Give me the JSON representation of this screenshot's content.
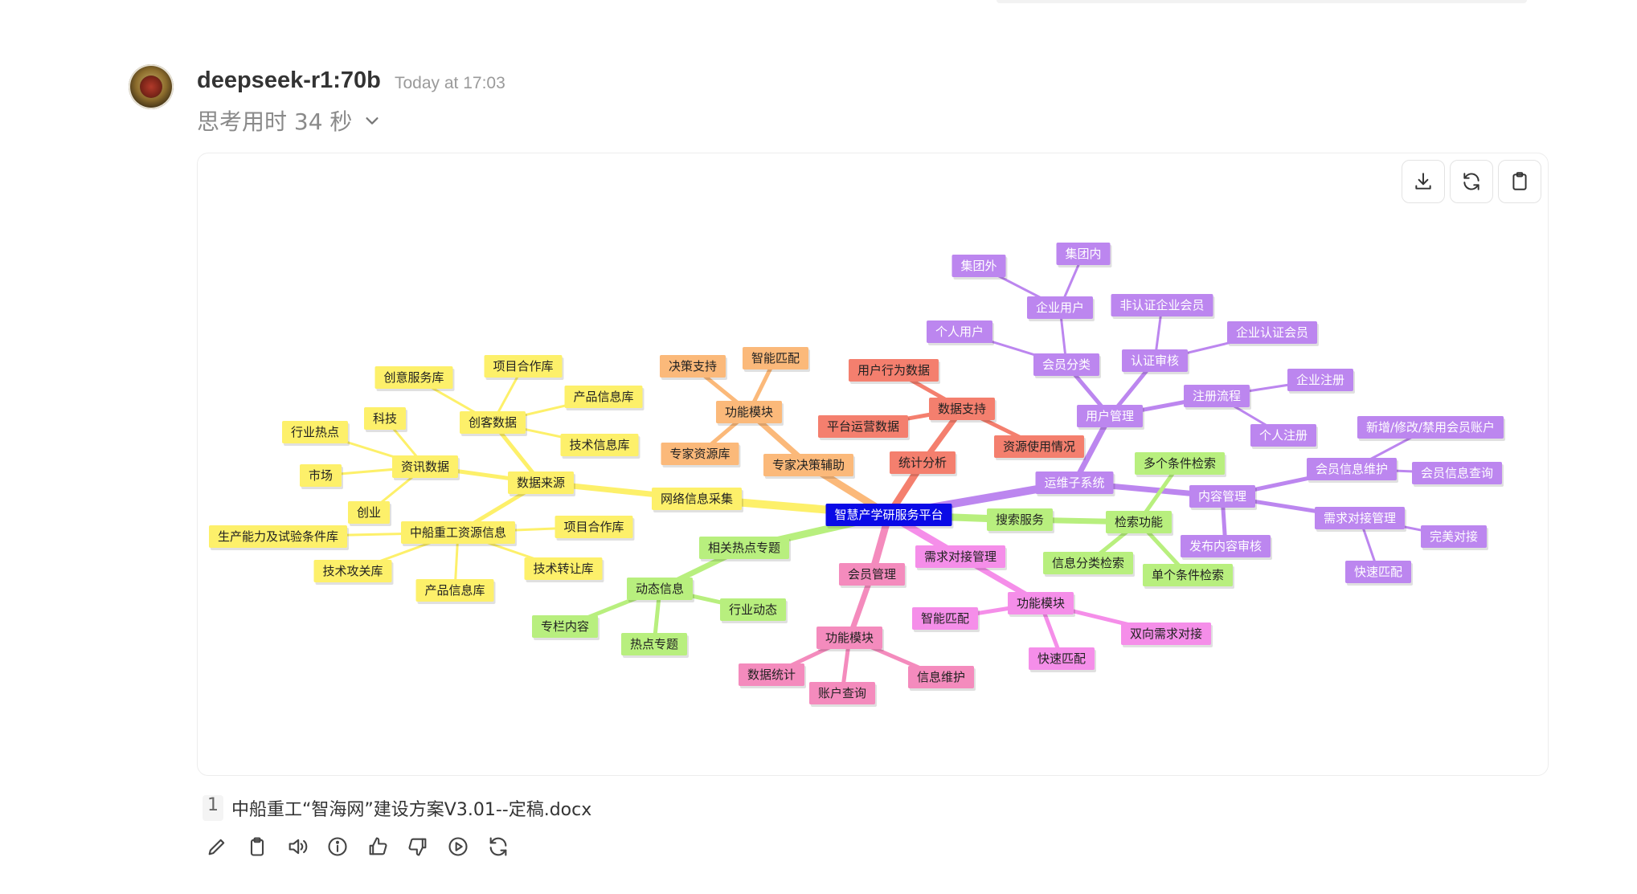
{
  "header": {
    "model": "deepseek-r1:70b",
    "timestamp": "Today at 17:03",
    "thinking": "思考用时 34 秒"
  },
  "toolbar": {
    "download_icon": "download-icon",
    "refresh_icon": "refresh-icon",
    "copy_icon": "clipboard-icon"
  },
  "mindmap": {
    "root": "智慧产学研服务平台",
    "colors": {
      "root": "#0a0ae6",
      "yellow": "#fdf06a",
      "green": "#b8ef7e",
      "orange": "#fbb97a",
      "red": "#f47f6e",
      "purple": "#bc86ef",
      "magenta": "#f58ee9",
      "pink": "#f48bbd"
    },
    "nodes": [
      {
        "id": "wl",
        "label": "网络信息采集",
        "color": "yellow"
      },
      {
        "id": "sjly",
        "label": "数据来源",
        "color": "yellow"
      },
      {
        "id": "ckd",
        "label": "创客数据",
        "color": "yellow"
      },
      {
        "id": "cyfwk",
        "label": "创意服务库",
        "color": "yellow"
      },
      {
        "id": "xmhzk1",
        "label": "项目合作库",
        "color": "yellow"
      },
      {
        "id": "cpxxk1",
        "label": "产品信息库",
        "color": "yellow"
      },
      {
        "id": "jsxxk",
        "label": "技术信息库",
        "color": "yellow"
      },
      {
        "id": "zxsj",
        "label": "资讯数据",
        "color": "yellow"
      },
      {
        "id": "kj",
        "label": "科技",
        "color": "yellow"
      },
      {
        "id": "hyrd",
        "label": "行业热点",
        "color": "yellow"
      },
      {
        "id": "sc",
        "label": "市场",
        "color": "yellow"
      },
      {
        "id": "cy",
        "label": "创业",
        "color": "yellow"
      },
      {
        "id": "zczg",
        "label": "中船重工资源信息",
        "color": "yellow"
      },
      {
        "id": "scnl",
        "label": "生产能力及试验条件库",
        "color": "yellow"
      },
      {
        "id": "xmhzk2",
        "label": "项目合作库",
        "color": "yellow"
      },
      {
        "id": "jsgg",
        "label": "技术攻关库",
        "color": "yellow"
      },
      {
        "id": "cpxxk2",
        "label": "产品信息库",
        "color": "yellow"
      },
      {
        "id": "jszr",
        "label": "技术转让库",
        "color": "yellow"
      },
      {
        "id": "xgrd",
        "label": "相关热点专题",
        "color": "green"
      },
      {
        "id": "dtxx",
        "label": "动态信息",
        "color": "green"
      },
      {
        "id": "zlnr",
        "label": "专栏内容",
        "color": "green"
      },
      {
        "id": "rdzt",
        "label": "热点专题",
        "color": "green"
      },
      {
        "id": "hydt",
        "label": "行业动态",
        "color": "green"
      },
      {
        "id": "zjjc",
        "label": "专家决策辅助",
        "color": "orange"
      },
      {
        "id": "gnmk1",
        "label": "功能模块",
        "color": "orange"
      },
      {
        "id": "jczc",
        "label": "决策支持",
        "color": "orange"
      },
      {
        "id": "znpp1",
        "label": "智能匹配",
        "color": "orange"
      },
      {
        "id": "zjzyk",
        "label": "专家资源库",
        "color": "orange"
      },
      {
        "id": "tjfx",
        "label": "统计分析",
        "color": "red"
      },
      {
        "id": "sjzc",
        "label": "数据支持",
        "color": "red"
      },
      {
        "id": "yhxw",
        "label": "用户行为数据",
        "color": "red"
      },
      {
        "id": "ptyy",
        "label": "平台运营数据",
        "color": "red"
      },
      {
        "id": "zysy",
        "label": "资源使用情况",
        "color": "red"
      },
      {
        "id": "ywz",
        "label": "运维子系统",
        "color": "purple"
      },
      {
        "id": "yhgl",
        "label": "用户管理",
        "color": "purple"
      },
      {
        "id": "hyfl",
        "label": "会员分类",
        "color": "purple"
      },
      {
        "id": "qyyh",
        "label": "企业用户",
        "color": "purple"
      },
      {
        "id": "jtw",
        "label": "集团外",
        "color": "purple"
      },
      {
        "id": "jtn",
        "label": "集团内",
        "color": "purple"
      },
      {
        "id": "gryh",
        "label": "个人用户",
        "color": "purple"
      },
      {
        "id": "rzsh",
        "label": "认证审核",
        "color": "purple"
      },
      {
        "id": "frz",
        "label": "非认证企业会员",
        "color": "purple"
      },
      {
        "id": "qyrz",
        "label": "企业认证会员",
        "color": "purple"
      },
      {
        "id": "zclc",
        "label": "注册流程",
        "color": "purple"
      },
      {
        "id": "qyzc",
        "label": "企业注册",
        "color": "purple"
      },
      {
        "id": "grzc",
        "label": "个人注册",
        "color": "purple"
      },
      {
        "id": "nrgl",
        "label": "内容管理",
        "color": "purple"
      },
      {
        "id": "hyxxwh",
        "label": "会员信息维护",
        "color": "purple"
      },
      {
        "id": "xzxg",
        "label": "新增/修改/禁用会员账户",
        "color": "purple"
      },
      {
        "id": "hyxxcx",
        "label": "会员信息查询",
        "color": "purple"
      },
      {
        "id": "xqdjgl",
        "label": "需求对接管理",
        "color": "purple"
      },
      {
        "id": "wmdj",
        "label": "完美对接",
        "color": "purple"
      },
      {
        "id": "kspp2",
        "label": "快速匹配",
        "color": "purple"
      },
      {
        "id": "fbnrsh",
        "label": "发布内容审核",
        "color": "purple"
      },
      {
        "id": "ssfw",
        "label": "搜索服务",
        "color": "green"
      },
      {
        "id": "jsgn",
        "label": "检索功能",
        "color": "green"
      },
      {
        "id": "dtjjs",
        "label": "多个条件检索",
        "color": "green"
      },
      {
        "id": "xxfljs",
        "label": "信息分类检索",
        "color": "green"
      },
      {
        "id": "dgtjjs",
        "label": "单个条件检索",
        "color": "green"
      },
      {
        "id": "xqdj",
        "label": "需求对接管理",
        "color": "magenta"
      },
      {
        "id": "gnmk3",
        "label": "功能模块",
        "color": "magenta"
      },
      {
        "id": "znpp3",
        "label": "智能匹配",
        "color": "magenta"
      },
      {
        "id": "kspp3",
        "label": "快速匹配",
        "color": "magenta"
      },
      {
        "id": "sxxq",
        "label": "双向需求对接",
        "color": "magenta"
      },
      {
        "id": "hygl",
        "label": "会员管理",
        "color": "pink"
      },
      {
        "id": "gnmk4",
        "label": "功能模块",
        "color": "pink"
      },
      {
        "id": "sjtj",
        "label": "数据统计",
        "color": "pink"
      },
      {
        "id": "zhcx",
        "label": "账户查询",
        "color": "pink"
      },
      {
        "id": "xxwh",
        "label": "信息维护",
        "color": "pink"
      }
    ]
  },
  "reference": {
    "index": "1",
    "title": "中船重工“智海网”建设方案V3.01--定稿.docx"
  },
  "actions": [
    {
      "icon": "edit-icon"
    },
    {
      "icon": "copy-icon"
    },
    {
      "icon": "speaker-icon"
    },
    {
      "icon": "info-icon"
    },
    {
      "icon": "thumbs-up-icon"
    },
    {
      "icon": "thumbs-down-icon"
    },
    {
      "icon": "play-icon"
    },
    {
      "icon": "regenerate-icon"
    }
  ]
}
